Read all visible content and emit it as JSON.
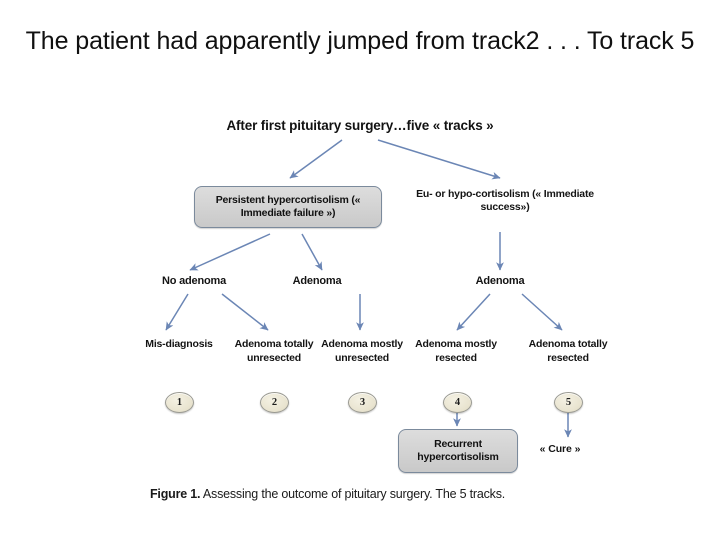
{
  "slide": {
    "title": "The patient had apparently jumped from track2 . . . To track 5"
  },
  "figure": {
    "header": "After first pituitary surgery…five « tracks »",
    "level1": {
      "left_box": "Persistent hypercortisolism (« Immediate failure »)",
      "right_text": "Eu- or hypo-cortisolism (« Immediate success»)"
    },
    "level2": [
      {
        "label": "No adenoma"
      },
      {
        "label": "Adenoma"
      },
      {
        "label": "Adenoma"
      }
    ],
    "level3": [
      {
        "label": "Mis-diagnosis",
        "badge": "1"
      },
      {
        "label": "Adenoma totally unresected",
        "badge": "2"
      },
      {
        "label": "Adenoma mostly unresected",
        "badge": "3"
      },
      {
        "label": "Adenoma mostly resected",
        "badge": "4"
      },
      {
        "label": "Adenoma totally resected",
        "badge": "5"
      }
    ],
    "outcomes": {
      "recurrent_box": "Recurrent hypercortisolism",
      "cure_text": "« Cure »"
    },
    "caption": {
      "label": "Figure 1.",
      "text": "Assessing the outcome of pituitary surgery. The 5 tracks."
    },
    "colors": {
      "box_fill": "#d4d4d4",
      "box_border": "#7b8a9c",
      "arrow": "#6b86b5",
      "badge_fill": "#ece8d8",
      "badge_border": "#9a9a92",
      "background": "#ffffff"
    }
  }
}
